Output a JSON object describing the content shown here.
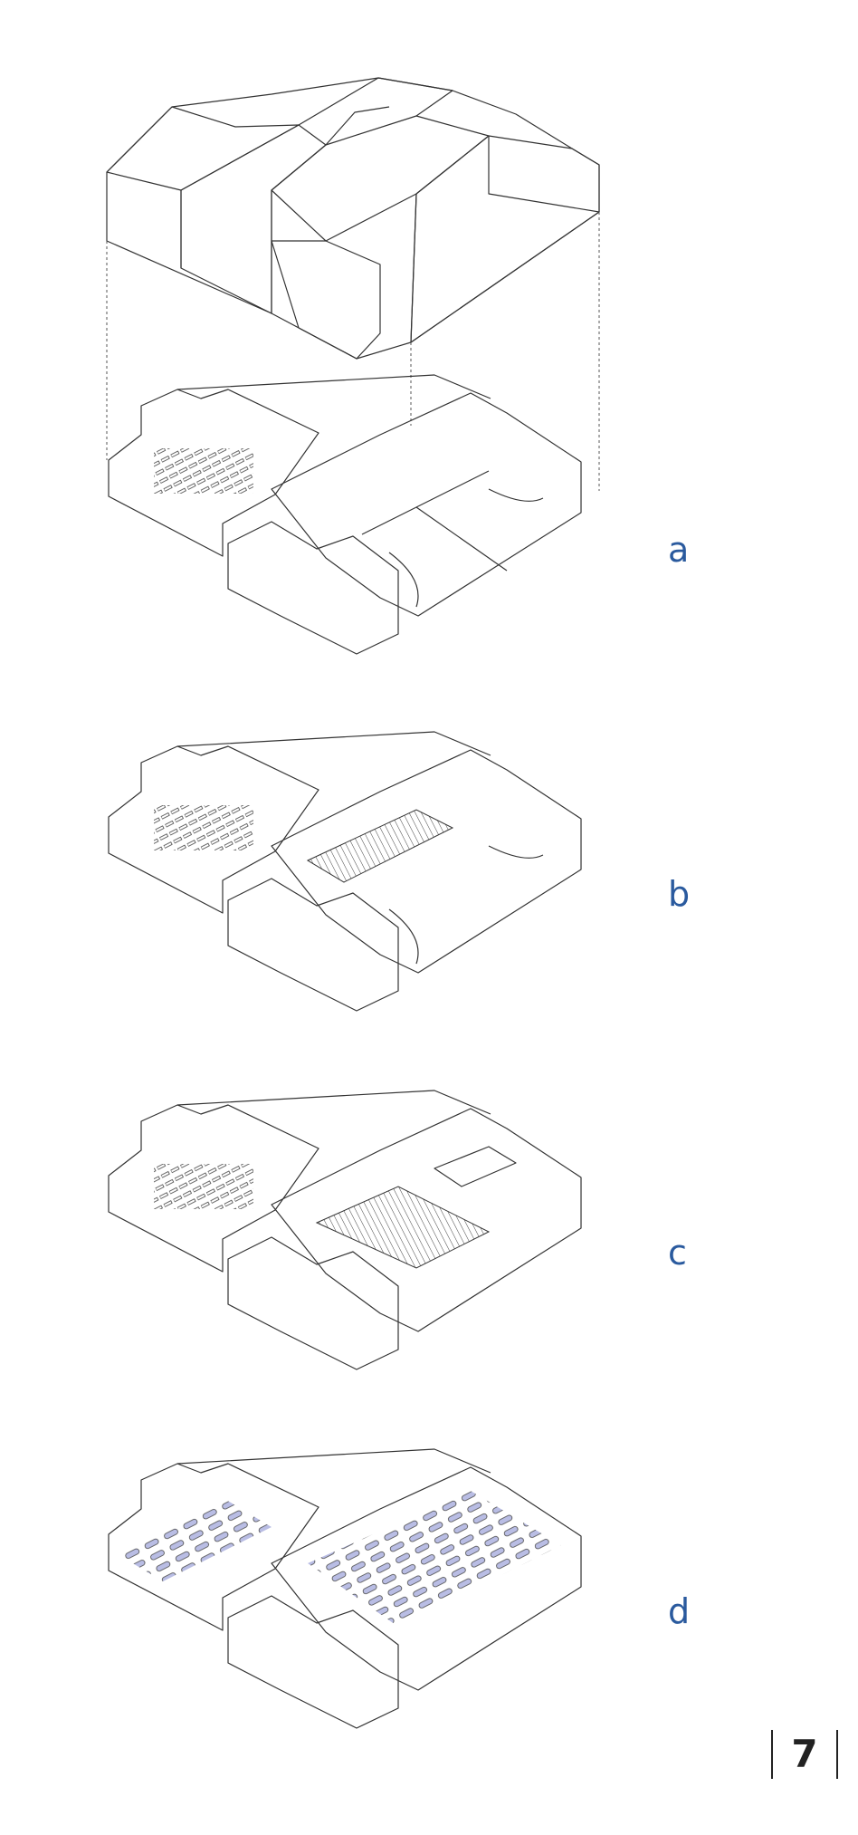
{
  "panels": [
    {
      "id": "a",
      "label": "a"
    },
    {
      "id": "b",
      "label": "b"
    },
    {
      "id": "c",
      "label": "c"
    },
    {
      "id": "d",
      "label": "d"
    }
  ],
  "page_number": "7",
  "colors": {
    "purple_tint": "#dccbe4",
    "blue_tint": "#d3e6f6",
    "lavender_tint": "#cfd1ee",
    "roof_gray": "#ebebeb",
    "label_blue": "#2a5a9e",
    "line": "#333333"
  }
}
